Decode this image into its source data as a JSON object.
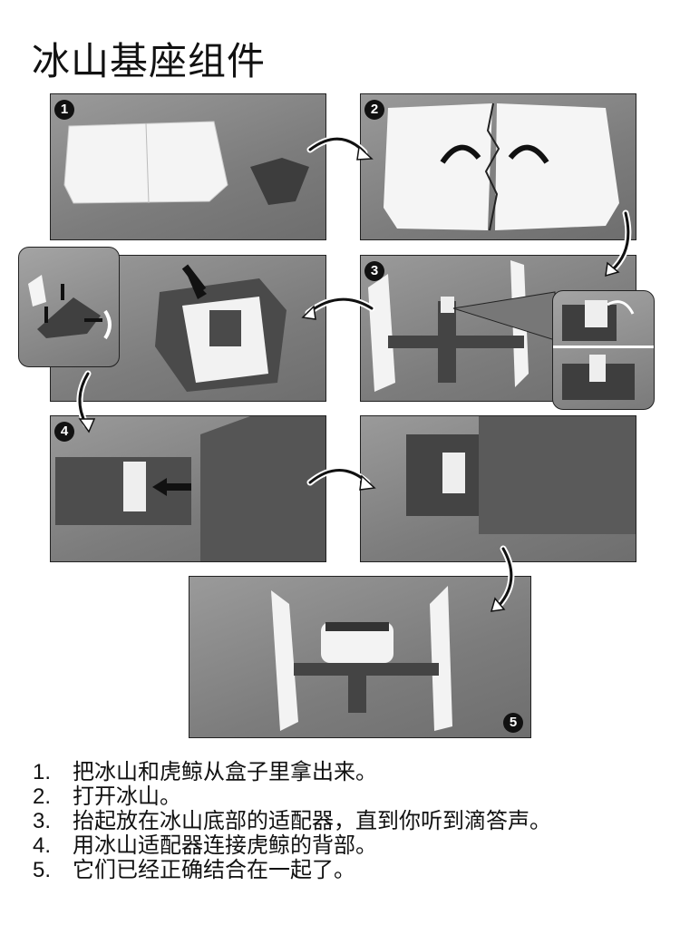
{
  "title": "冰山基座组件",
  "step_numbers": [
    "1",
    "2",
    "3",
    "4",
    "5"
  ],
  "steps": [
    {
      "num": "1.",
      "text": "把冰山和虎鲸从盒子里拿出来。"
    },
    {
      "num": "2.",
      "text": "打开冰山。"
    },
    {
      "num": "3.",
      "text": "抬起放在冰山底部的适配器，直到你听到滴答声。"
    },
    {
      "num": "4.",
      "text": "用冰山适配器连接虎鲸的背部。"
    },
    {
      "num": "5.",
      "text": "它们已经正确结合在一起了。"
    }
  ]
}
